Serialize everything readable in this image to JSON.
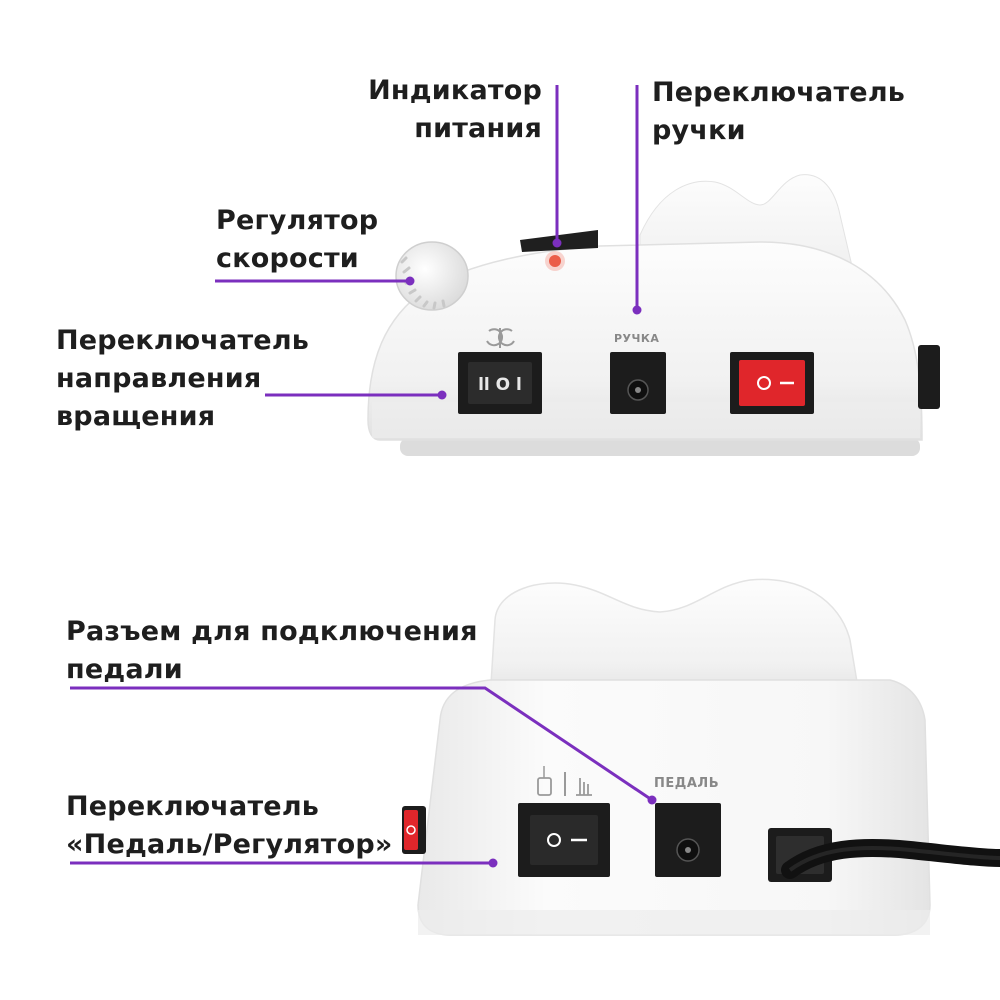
{
  "top_view": {
    "labels": {
      "power_indicator": [
        "Индикатор",
        "питания"
      ],
      "handle_switch": [
        "Переключатель",
        "ручки"
      ],
      "speed_regulator": [
        "Регулятор",
        "скорости"
      ],
      "direction_switch": [
        "Переключатель",
        "направления",
        "вращения"
      ]
    },
    "panel_text": {
      "handle_socket": "РУЧКА"
    }
  },
  "bottom_view": {
    "labels": {
      "pedal_socket": [
        "Разъем для подключения",
        "педали"
      ],
      "pedal_regulator_switch": [
        "Переключатель",
        "«Педаль/Регулятор»"
      ]
    },
    "panel_text": {
      "pedal_socket": "ПЕДАЛЬ"
    }
  },
  "colors": {
    "accent": "#7b2fbe",
    "switch_red": "#e0262b",
    "body": "#f4f4f4",
    "dark": "#1c1c1c"
  }
}
